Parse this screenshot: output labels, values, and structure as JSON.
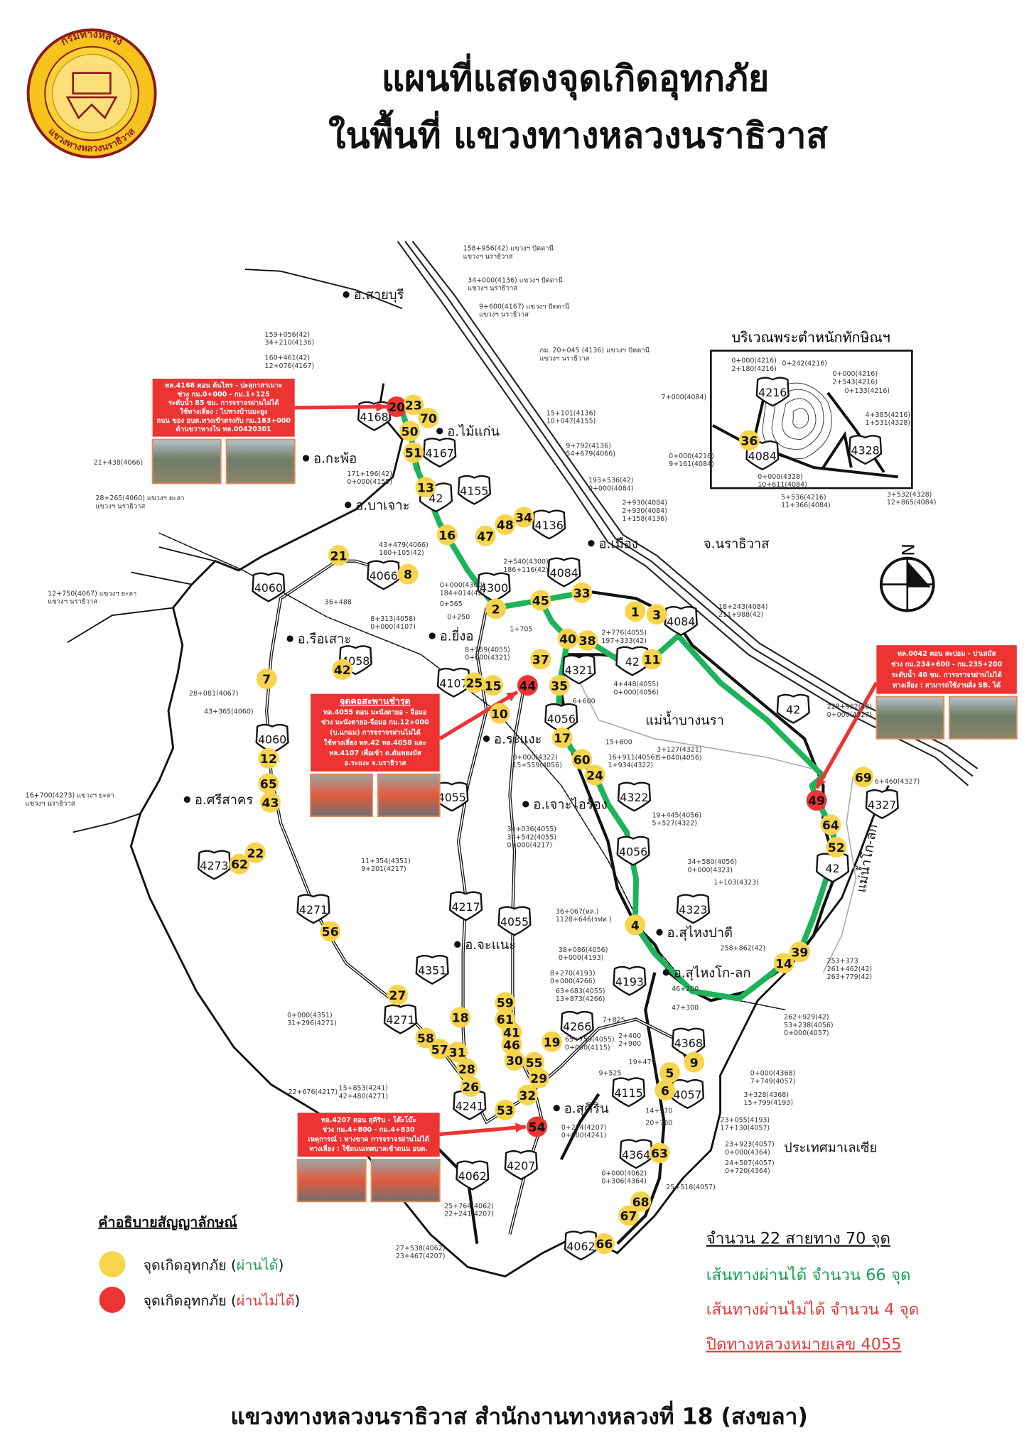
{
  "header": {
    "title_line1": "แผนที่แสดงจุดเกิดอุทกภัย",
    "title_line2": "ในพื้นที่ แขวงทางหลวงนราธิวาส",
    "logo_text_top": "กรมทางหลวง",
    "logo_text_bottom": "แขวงทางหลวงนราธิวาส"
  },
  "colors": {
    "passable": "#f7d44c",
    "impassable": "#ee3333",
    "green_route": "#1db35a",
    "callout": "#ee3333",
    "summary_green": "#1a9e55",
    "summary_red": "#e43a3a"
  },
  "inset": {
    "title": "บริเวณพระตำหนักทักษิณฯ",
    "shields": [
      "4216",
      "4084",
      "4328"
    ],
    "km_posts": [
      [
        "0+000(4216)",
        "2+180(4216)"
      ],
      [
        "0+242(4216)"
      ],
      [
        "0+000(4216)",
        "2+543(4216)"
      ],
      [
        "0+133(4216)"
      ],
      [
        "4+385(4216)",
        "1+531(4328)"
      ],
      [
        "0+000(4328)",
        "10+611(4084)"
      ],
      [
        "5+536(4216)",
        "11+366(4084)"
      ],
      [
        "3+532(4328)",
        "12+865(4084)"
      ],
      [
        "7+000(4084)"
      ],
      [
        "0+000(4216)",
        "9+161(4084)"
      ]
    ]
  },
  "places": [
    "อ.สายบุรี",
    "อ.กะพ้อ",
    "อ.ไม้แก่น",
    "อ.บาเจาะ",
    "อ.เมือง",
    "จ.นราธิวาส",
    "อ.ยี่งอ",
    "อ.รือเสาะ",
    "อ.ระแงะ",
    "อ.เจาะไอร้อง",
    "อ.ศรีสาคร",
    "อ.จะแนะ",
    "อ.สุไหงปาดี",
    "อ.สุไหงโก-ลก",
    "อ.สุคิริน",
    "ประเทศมาเลเซีย",
    "แม่น้ำบางนรา",
    "แม่น้ำโก-ลก"
  ],
  "route_shields": [
    "4168",
    "4167",
    "4155",
    "42",
    "4136",
    "4060",
    "4066",
    "4300",
    "4084",
    "4084",
    "42",
    "4321",
    "4058",
    "4107",
    "4056",
    "4060",
    "4055",
    "4322",
    "42",
    "4327",
    "4056",
    "42",
    "4273",
    "4271",
    "4217",
    "4055",
    "4323",
    "4351",
    "4193",
    "4271",
    "4266",
    "4368",
    "4115",
    "4057",
    "4241",
    "4207",
    "4062",
    "4364",
    "4062"
  ],
  "markers": [
    {
      "id": "20",
      "status": "impassable"
    },
    {
      "id": "23",
      "status": "passable"
    },
    {
      "id": "70",
      "status": "passable"
    },
    {
      "id": "50",
      "status": "passable"
    },
    {
      "id": "51",
      "status": "passable"
    },
    {
      "id": "13",
      "status": "passable"
    },
    {
      "id": "16",
      "status": "passable"
    },
    {
      "id": "47",
      "status": "passable"
    },
    {
      "id": "48",
      "status": "passable"
    },
    {
      "id": "34",
      "status": "passable"
    },
    {
      "id": "21",
      "status": "passable"
    },
    {
      "id": "8",
      "status": "passable"
    },
    {
      "id": "2",
      "status": "passable"
    },
    {
      "id": "45",
      "status": "passable"
    },
    {
      "id": "33",
      "status": "passable"
    },
    {
      "id": "1",
      "status": "passable"
    },
    {
      "id": "3",
      "status": "passable"
    },
    {
      "id": "40",
      "status": "passable"
    },
    {
      "id": "38",
      "status": "passable"
    },
    {
      "id": "11",
      "status": "passable"
    },
    {
      "id": "37",
      "status": "passable"
    },
    {
      "id": "44",
      "status": "impassable"
    },
    {
      "id": "35",
      "status": "passable"
    },
    {
      "id": "15",
      "status": "passable"
    },
    {
      "id": "25",
      "status": "passable"
    },
    {
      "id": "10",
      "status": "passable"
    },
    {
      "id": "42",
      "status": "passable"
    },
    {
      "id": "7",
      "status": "passable"
    },
    {
      "id": "17",
      "status": "passable"
    },
    {
      "id": "60",
      "status": "passable"
    },
    {
      "id": "24",
      "status": "passable"
    },
    {
      "id": "12",
      "status": "passable"
    },
    {
      "id": "65",
      "status": "passable"
    },
    {
      "id": "43",
      "status": "passable"
    },
    {
      "id": "69",
      "status": "passable"
    },
    {
      "id": "49",
      "status": "impassable"
    },
    {
      "id": "64",
      "status": "passable"
    },
    {
      "id": "52",
      "status": "passable"
    },
    {
      "id": "22",
      "status": "passable"
    },
    {
      "id": "62",
      "status": "passable"
    },
    {
      "id": "56",
      "status": "passable"
    },
    {
      "id": "4",
      "status": "passable"
    },
    {
      "id": "39",
      "status": "passable"
    },
    {
      "id": "14",
      "status": "passable"
    },
    {
      "id": "27",
      "status": "passable"
    },
    {
      "id": "18",
      "status": "passable"
    },
    {
      "id": "59",
      "status": "passable"
    },
    {
      "id": "61",
      "status": "passable"
    },
    {
      "id": "41",
      "status": "passable"
    },
    {
      "id": "46",
      "status": "passable"
    },
    {
      "id": "58",
      "status": "passable"
    },
    {
      "id": "57",
      "status": "passable"
    },
    {
      "id": "31",
      "status": "passable"
    },
    {
      "id": "28",
      "status": "passable"
    },
    {
      "id": "26",
      "status": "passable"
    },
    {
      "id": "30",
      "status": "passable"
    },
    {
      "id": "55",
      "status": "passable"
    },
    {
      "id": "19",
      "status": "passable"
    },
    {
      "id": "29",
      "status": "passable"
    },
    {
      "id": "32",
      "status": "passable"
    },
    {
      "id": "53",
      "status": "passable"
    },
    {
      "id": "54",
      "status": "impassable"
    },
    {
      "id": "5",
      "status": "passable"
    },
    {
      "id": "9",
      "status": "passable"
    },
    {
      "id": "6",
      "status": "passable"
    },
    {
      "id": "63",
      "status": "passable"
    },
    {
      "id": "68",
      "status": "passable"
    },
    {
      "id": "67",
      "status": "passable"
    },
    {
      "id": "66",
      "status": "passable"
    },
    {
      "id": "36",
      "status": "passable"
    }
  ],
  "km_posts": [
    [
      "158+956(42) แขวงฯ ปัตตานี",
      "แขวงฯ นราธิวาส"
    ],
    [
      "34+000(4136) แขวงฯ ปัตตานี",
      "แขวงฯ นราธิวาส"
    ],
    [
      "9+600(4167) แขวงฯ ปัตตานี",
      "แขวงฯ นราธิวาส"
    ],
    [
      "กม. 20+045 (4136) แขวงฯ ปัตตานี",
      "แขวงฯ นราธิวาส"
    ],
    [
      "159+056(42)",
      "34+210(4136)"
    ],
    [
      "160+461(42)",
      "12+076(4167)"
    ],
    [
      "15+101(4136)",
      "10+047(4155)"
    ],
    [
      "9+792(4136)",
      "54+679(4066)"
    ],
    [
      "193+536(42)",
      "0+000(4084)"
    ],
    [
      "171+196(42)",
      "0+000(4155)"
    ],
    [
      "43+479(4066)",
      "180+105(42)"
    ],
    [
      "0+000(4300)",
      "184+014(42)"
    ],
    [
      "2+540(4300)",
      "186+116(42)"
    ],
    [
      "2+930(4084)",
      "2+930(4084)",
      "1+158(4136)"
    ],
    [
      "18+243(4084)",
      "211+988(42)"
    ],
    [
      "2+776(4055)",
      "197+333(42)"
    ],
    [
      "8+559(4055)",
      "0+000(4321)"
    ],
    [
      "4+448(4055)",
      "0+000(4056)"
    ],
    [
      "15+600"
    ],
    [
      "16+911(4056)",
      "1+934(4322)"
    ],
    [
      "3+127(4321)",
      "5+040(4056)"
    ],
    [
      "0+000(4322)",
      "15+559(4056)"
    ],
    [
      "19+445(4056)",
      "5+527(4322)"
    ],
    [
      "34+036(4055)",
      "34+542(4055)",
      "0+000(4217)"
    ],
    [
      "34+580(4056)",
      "0+000(4323)"
    ],
    [
      "1+103(4323)"
    ],
    [
      "11+354(4351)",
      "9+201(4217)"
    ],
    [
      "36+067(หล.)",
      "1128+646(รฟท.)"
    ],
    [
      "258+862(42)"
    ],
    [
      "38+086(4056)",
      "0+000(4193)"
    ],
    [
      "8+270(4193)",
      "0+000(4266)"
    ],
    [
      "63+683(4055)",
      "13+873(4266)"
    ],
    [
      "46+200"
    ],
    [
      "47+300"
    ],
    [
      "0+000(4351)",
      "31+296(4271)"
    ],
    [
      "65+759(4055)",
      "0+000(4115)"
    ],
    [
      "2+400",
      "2+900"
    ],
    [
      "0+000(4368)",
      "7+749(4057)"
    ],
    [
      "3+328(4368)",
      "15+799(4193)"
    ],
    [
      "23+055(4193)",
      "17+130(4057)"
    ],
    [
      "23+923(4057)",
      "0+000(4364)"
    ],
    [
      "24+507(4057)",
      "0+720(4364)"
    ],
    [
      "25+518(4057)"
    ],
    [
      "0+000(4062)",
      "0+306(4364)"
    ],
    [
      "0+274(4207)",
      "0+000(4241)"
    ],
    [
      "22+676(4217)"
    ],
    [
      "15+853(4241)",
      "42+480(4271)"
    ],
    [
      "253+373",
      "261+462(42)",
      "263+779(42)"
    ],
    [
      "262+929(42)",
      "53+238(4056)",
      "0+000(4057)"
    ],
    [
      "229+962(42)",
      "0+000(4327)"
    ],
    [
      "6+460(4327)"
    ],
    [
      "21+438(4066)"
    ],
    [
      "28+265(4060) แขวงฯ ยะลา",
      "แขวงฯ นราธิวาส"
    ],
    [
      "12+750(4067) แขวงฯ ยะลา",
      "แขวงฯ นราธิวาส"
    ],
    [
      "16+700(4273) แขวงฯ ยะลา",
      "แขวงฯ นราธิวาส"
    ],
    [
      "36+488"
    ],
    [
      "8+313(4058)",
      "0+000(4107)"
    ],
    [
      "28+081(4067)"
    ],
    [
      "43+365(4060)"
    ],
    [
      "27+538(4062)",
      "23+467(4207)"
    ],
    [
      "25+764(4062)",
      "22+241(4207)"
    ],
    [
      "1+705"
    ],
    [
      "0+565"
    ],
    [
      "0+250"
    ],
    [
      "6+600"
    ],
    [
      "7+825"
    ],
    [
      "9+525"
    ],
    [
      "19+479"
    ],
    [
      "14+970"
    ],
    [
      "20+700"
    ]
  ],
  "callouts": [
    {
      "lines": [
        "ทล.4168 ตอน ต้นไทร - ปะลุกาสาเมาะ",
        "ช่วง กม.0+000 - กม.1+125",
        "ระดับน้ำ 85 ซม. การจราจรผ่านไม่ได้",
        "ใช้ทางเลี่ยง : ไปทางบ้านมะยูง",
        "ถนน ของ อบต.ทางเข้าตรงกับ กม.163+000",
        "ด้านขวาทางใน ทล.00420301"
      ]
    },
    {
      "heading": "จุดคอสะพานชำรุด",
      "lines": [
        "ทล.4055 ตอน มะนังตายอ - จือมอ",
        "ช่วง มะนังตายอ-จือมอ กม.12+000",
        "(บ.แกแม) การจราจรผ่านไม่ได้",
        "ใช้ทางเลี่ยง ทล.42 ทล.4058 และ",
        "ทล.4107 เพื่อเข้า ต.ตันหยงมัส",
        "อ.ระแงะ จ.นราธิวาส"
      ]
    },
    {
      "lines": [
        "ทล.0042 ตอน สะปอม - ปาเสมัส",
        "ช่วง กม.234+600 - กม.235+200",
        "ระดับน้ำ 40 ซม. การจราจรผ่านไม่ได้",
        "ทางเลี่ยง : สามารถใช้งานฝั่ง SB. ได้"
      ]
    },
    {
      "lines": [
        "ทล.4207 ตอน สุคิริน - โต๊ะโม๊ะ",
        "ช่วง กม.4+800 - กม.4+830",
        "เหตุการณ์ : ทางขาด การจราจรผ่านไม่ได้",
        "ทางเลี่ยง : ใช้ถนนเทศบาลเข้าถนน อบต."
      ]
    }
  ],
  "legend": {
    "title": "คำอธิบายสัญญาลักษณ์",
    "items": [
      {
        "label": "จุดเกิดอุทกภัย (",
        "status": "ผ่านได้",
        "close": ")"
      },
      {
        "label": "จุดเกิดอุทกภัย (",
        "status": "ผ่านไม่ได้",
        "close": ")"
      }
    ]
  },
  "summary": {
    "total": "จำนวน  22  สายทาง 70 จุด",
    "passable": "เส้นทางผ่านได้     จำนวน 66 จุด",
    "impassable": "เส้นทางผ่านไม่ได้ จำนวน  4 จุด",
    "closed": "ปิดทางหลวงหมายเลข 4055"
  },
  "compass": {
    "label": "N"
  },
  "footer": {
    "text": "แขวงทางหลวงนราธิวาส  สำนักงานทางหลวงที่ 18 (สงขลา)"
  }
}
